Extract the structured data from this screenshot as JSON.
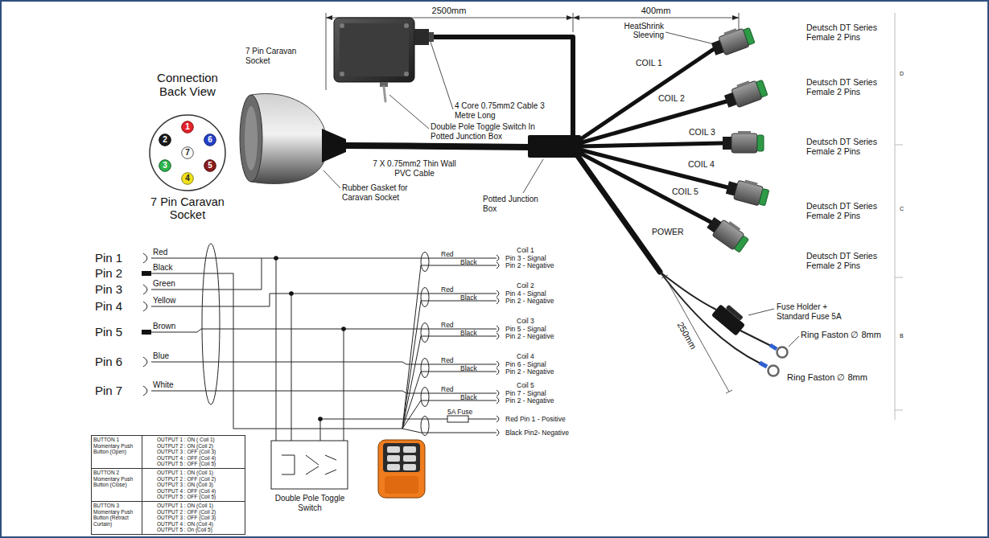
{
  "diagram": {
    "nodes": [
      {
        "text": [
          "Connection Back View",
          "7 Pin Caravan Socket"
        ]
      },
      {
        "text": [
          "1"
        ],
        "in": 0
      },
      {
        "text": [
          "2"
        ],
        "in": 0
      },
      {
        "text": [
          "6"
        ],
        "in": 0
      },
      {
        "text": [
          "7"
        ],
        "in": 0
      },
      {
        "text": [
          "3"
        ],
        "in": 0
      },
      {
        "text": [
          "5"
        ],
        "in": 0
      },
      {
        "text": [
          "4"
        ],
        "in": 0
      },
      {
        "text": [
          "BUTTON 1 Momentary Push Button (Open)",
          "OUTPUT 1 : ON ( Coil 1)",
          "OUTPUT 2 : ON (Coil 2)",
          "OUTPUT 3 : OFF (Coil 3)",
          "OUTPUT 4 : OFF (Coil 4)",
          "OUTPUT 5 : OFF (Coil 5)"
        ]
      },
      {
        "text": [
          "BUTTON 2 Momentary Push Button (Close)",
          "OUTPUT 1 : ON (Coil 1)",
          "OUTPUT 2 : OFF (Coil 2)",
          "OUTPUT 3 : ON (Coil 3)",
          "OUTPUT 4 : OFF (Coil 4)",
          "OUTPUT 5 : OFF (Coil 5)"
        ]
      },
      {
        "text": [
          "BUTTON 3 Momentary Push Button (Retract Curtain)",
          "OUTPUT 1 : ON (Coil 1)",
          "OUTPUT 2 : OFF (Coil 2)",
          "OUTPUT 3 : OFF (Coil 3)",
          "OUTPUT 4 : ON (Coil 4)",
          "OUTPUT 5 : On (Coil 5)"
        ]
      }
    ],
    "labels": [
      "2500mm",
      "400mm",
      "HeatShrink Sleeving",
      "Deutsch DT Series Female 2 Pins",
      "Deutsch DT Series Female 2 Pins",
      "Deutsch DT Series Female 2 Pins",
      "Deutsch DT Series Female 2 Pins",
      "Deutsch DT Series Female 2 Pins",
      "7 Pin Caravan Socket",
      "COIL 1",
      "COIL 2",
      "COIL 3",
      "COIL 4",
      "COIL 5",
      "POWER",
      "4 Core 0.75mm2 Cable 3 Metre Long",
      "Double Pole Toggle Switch In Potted Junction Box",
      "7 X 0.75mm2 Thin Wall PVC Cable",
      "Rubber Gasket for Caravan Socket",
      "Potted Junction Box",
      "Fuse Holder + Standard Fuse 5A",
      "Ring Faston ∅ 8mm",
      "Ring Faston ∅ 8mm",
      "250mm",
      "D",
      "C",
      "B",
      "Pin 1",
      "Pin 2",
      "Pin 3",
      "Pin 4",
      "Pin 5",
      "Pin 6",
      "Pin 7",
      "Red",
      "Black",
      "Green",
      "Yellow",
      "Brown",
      "Blue",
      "White",
      "Red",
      "Black",
      "Coil 1",
      "Pin 3 - Signal",
      "Pin 2 - Negative",
      "Red",
      "Black",
      "Coil 2",
      "Pin 4 - Signal",
      "Pin 2 - Negative",
      "Red",
      "Black",
      "Coil 3",
      "Pin 5 - Signal",
      "Pin 2 - Negative",
      "Red",
      "Black",
      "Coil 4",
      "Pin 6 - Signal",
      "Pin 2 - Negative",
      "Red",
      "Black",
      "Coil 5",
      "Pin 7 - Signal",
      "Pin 2 - Negative",
      "5A Fuse",
      "Red Pin 1 - Positive",
      "Black Pin2- Negative",
      "Double Pole Toggle Switch"
    ]
  }
}
